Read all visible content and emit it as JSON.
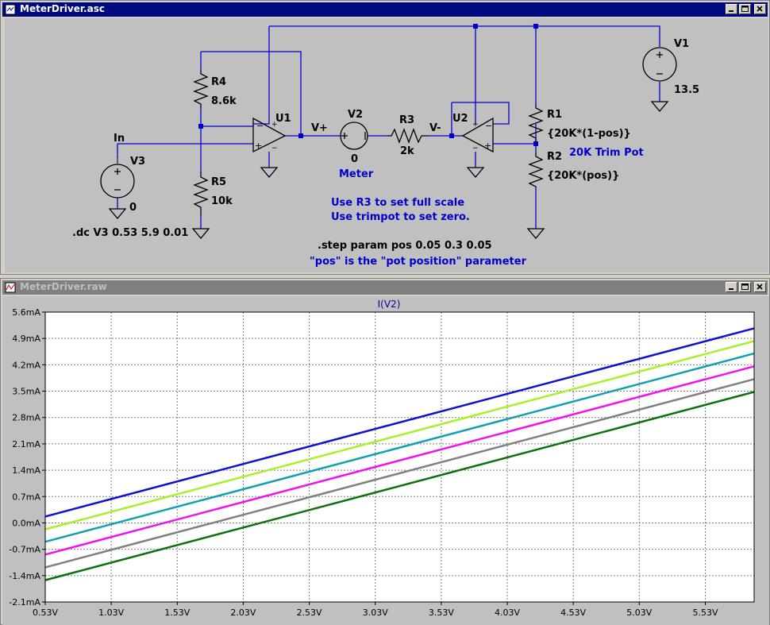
{
  "schematic_window": {
    "title": "MeterDriver.asc",
    "components": {
      "V3": {
        "name": "V3",
        "value": "0",
        "net": "In"
      },
      "R4": {
        "name": "R4",
        "value": "8.6k"
      },
      "R5": {
        "name": "R5",
        "value": "10k"
      },
      "U1": {
        "name": "U1"
      },
      "V2": {
        "name": "V2",
        "value": "0",
        "label": "Meter"
      },
      "R3": {
        "name": "R3",
        "value": "2k"
      },
      "U2": {
        "name": "U2"
      },
      "R1": {
        "name": "R1",
        "value": "{20K*(1-pos)}"
      },
      "R2": {
        "name": "R2",
        "value": "{20K*(pos)}"
      },
      "V1": {
        "name": "V1",
        "value": "13.5"
      }
    },
    "net_labels": {
      "vplus": "V+",
      "vminus": "V-"
    },
    "pot_label": "20K Trim Pot",
    "notes": [
      "Use R3 to set full scale",
      "Use trimpot to set zero."
    ],
    "dc_directive": ".dc V3 0.53 5.9 0.01",
    "step_directive": ".step param pos 0.05 0.3 0.05",
    "pos_comment": "\"pos\" is the \"pot position\" parameter",
    "colors": {
      "wire": "#0000cc",
      "component": "#000000",
      "label_blue": "#0000cc",
      "background": "#c0c0c0"
    }
  },
  "waveform_window": {
    "title": "MeterDriver.raw"
  },
  "chart_data": {
    "type": "line",
    "title": "I(V2)",
    "xlabel": "",
    "ylabel": "",
    "xlim": [
      0.53,
      5.9
    ],
    "ylim": [
      -2.1,
      5.6
    ],
    "x_ticks": [
      0.53,
      1.03,
      1.53,
      2.03,
      2.53,
      3.03,
      3.53,
      4.03,
      4.53,
      5.03,
      5.53
    ],
    "x_tick_labels": [
      "0.53V",
      "1.03V",
      "1.53V",
      "2.03V",
      "2.53V",
      "3.03V",
      "3.53V",
      "4.03V",
      "4.53V",
      "5.03V",
      "5.53V"
    ],
    "y_ticks": [
      5.6,
      4.9,
      4.2,
      3.5,
      2.8,
      2.1,
      1.4,
      0.7,
      0.0,
      -0.7,
      -1.4,
      -2.1
    ],
    "y_tick_labels": [
      "5.6mA",
      "4.9mA",
      "4.2mA",
      "3.5mA",
      "2.8mA",
      "2.1mA",
      "1.4mA",
      "0.7mA",
      "0.0mA",
      "-0.7mA",
      "-1.4mA",
      "-2.1mA"
    ],
    "grid": true,
    "series": [
      {
        "x": [
          0.53,
          5.9
        ],
        "y": [
          0.17,
          5.17
        ],
        "color": "#1010d0"
      },
      {
        "x": [
          0.53,
          5.9
        ],
        "y": [
          -0.17,
          4.83
        ],
        "color": "#a8f028"
      },
      {
        "x": [
          0.53,
          5.9
        ],
        "y": [
          -0.5,
          4.5
        ],
        "color": "#10a0b0"
      },
      {
        "x": [
          0.53,
          5.9
        ],
        "y": [
          -0.84,
          4.16
        ],
        "color": "#f010f0"
      },
      {
        "x": [
          0.53,
          5.9
        ],
        "y": [
          -1.18,
          3.82
        ],
        "color": "#808080"
      },
      {
        "x": [
          0.53,
          5.9
        ],
        "y": [
          -1.52,
          3.48
        ],
        "color": "#107010"
      }
    ]
  }
}
